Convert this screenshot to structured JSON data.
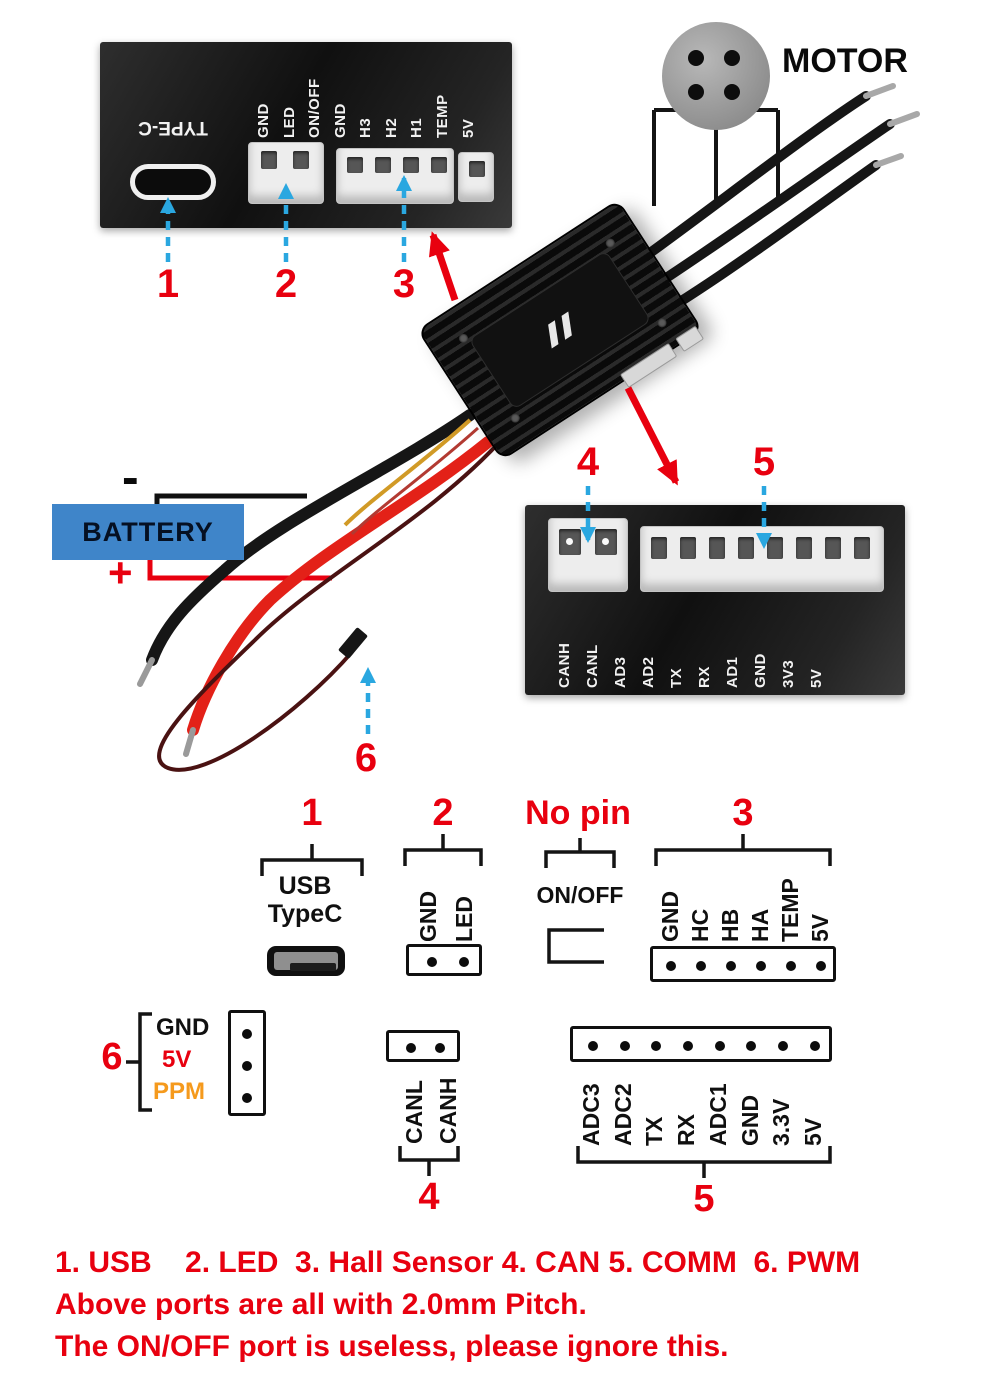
{
  "colors": {
    "accent_red": "#e8000f",
    "arrow_blue": "#2aa7e0",
    "battery_blue": "#3f85c9",
    "ppm_orange": "#f59a1d"
  },
  "photo_top": {
    "typec_label": "TYPE-C",
    "pins": [
      "GND",
      "LED",
      "ON/OFF",
      "GND",
      "H3",
      "H2",
      "H1",
      "TEMP",
      "5V"
    ],
    "callout_1": "1",
    "callout_2": "2",
    "callout_3": "3"
  },
  "motor": {
    "label": "MOTOR"
  },
  "battery": {
    "label": "BATTERY",
    "minus": "-",
    "plus": "+"
  },
  "pwm_callout": {
    "number": "6"
  },
  "photo_right": {
    "can_pins": [
      "CANH",
      "CANL"
    ],
    "comm_pins": [
      "AD3",
      "AD2",
      "TX",
      "RX",
      "AD1",
      "GND",
      "3V3",
      "5V"
    ],
    "callout_4": "4",
    "callout_5": "5"
  },
  "pinout": {
    "usb": {
      "number": "1",
      "line1": "USB",
      "line2": "TypeC"
    },
    "led": {
      "number": "2",
      "pins": [
        "GND",
        "LED"
      ]
    },
    "onoff": {
      "label": "No pin",
      "port": "ON/OFF"
    },
    "hall": {
      "number": "3",
      "pins": [
        "GND",
        "HC",
        "HB",
        "HA",
        "TEMP",
        "5V"
      ]
    },
    "pwm": {
      "number": "6",
      "pins": [
        "GND",
        "5V",
        "PPM"
      ]
    },
    "can": {
      "number": "4",
      "pins": [
        "CANL",
        "CANH"
      ]
    },
    "comm": {
      "number": "5",
      "pins": [
        "ADC3",
        "ADC2",
        "TX",
        "RX",
        "ADC1",
        "GND",
        "3.3V",
        "5V"
      ]
    }
  },
  "footer": {
    "line1": "1. USB    2. LED  3. Hall Sensor 4. CAN 5. COMM  6. PWM",
    "line2": "Above ports are all with 2.0mm Pitch.",
    "line3": "The ON/OFF port is useless, please ignore this."
  }
}
